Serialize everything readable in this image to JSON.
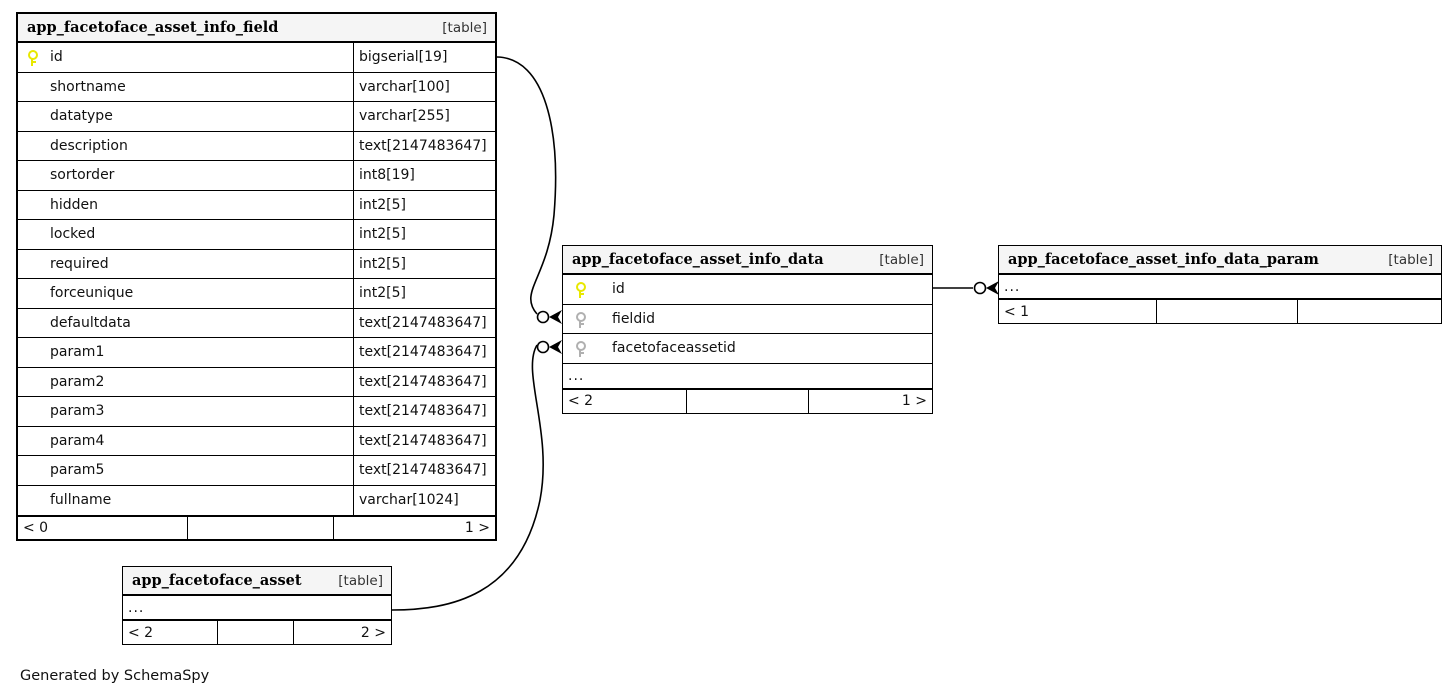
{
  "diagram": {
    "credit": "Generated by SchemaSpy",
    "table_tag": "[table]",
    "ellipsis": "...",
    "pk_icon": "key-icon-primary",
    "fk_icon": "key-icon-foreign"
  },
  "tables": {
    "field": {
      "name": "app_facetoface_asset_info_field",
      "tag": "[table]",
      "columns": [
        {
          "name": "id",
          "type": "bigserial[19]",
          "key": "pk"
        },
        {
          "name": "shortname",
          "type": "varchar[100]",
          "key": ""
        },
        {
          "name": "datatype",
          "type": "varchar[255]",
          "key": ""
        },
        {
          "name": "description",
          "type": "text[2147483647]",
          "key": ""
        },
        {
          "name": "sortorder",
          "type": "int8[19]",
          "key": ""
        },
        {
          "name": "hidden",
          "type": "int2[5]",
          "key": ""
        },
        {
          "name": "locked",
          "type": "int2[5]",
          "key": ""
        },
        {
          "name": "required",
          "type": "int2[5]",
          "key": ""
        },
        {
          "name": "forceunique",
          "type": "int2[5]",
          "key": ""
        },
        {
          "name": "defaultdata",
          "type": "text[2147483647]",
          "key": ""
        },
        {
          "name": "param1",
          "type": "text[2147483647]",
          "key": ""
        },
        {
          "name": "param2",
          "type": "text[2147483647]",
          "key": ""
        },
        {
          "name": "param3",
          "type": "text[2147483647]",
          "key": ""
        },
        {
          "name": "param4",
          "type": "text[2147483647]",
          "key": ""
        },
        {
          "name": "param5",
          "type": "text[2147483647]",
          "key": ""
        },
        {
          "name": "fullname",
          "type": "varchar[1024]",
          "key": ""
        }
      ],
      "footer": {
        "left": "< 0",
        "middle": "",
        "right": "1 >"
      }
    },
    "data": {
      "name": "app_facetoface_asset_info_data",
      "tag": "[table]",
      "columns": [
        {
          "name": "id",
          "type": "",
          "key": "pk"
        },
        {
          "name": "fieldid",
          "type": "",
          "key": "fk"
        },
        {
          "name": "facetofaceassetid",
          "type": "",
          "key": "fk"
        }
      ],
      "more": "...",
      "footer": {
        "left": "< 2",
        "middle": "",
        "right": "1 >"
      }
    },
    "data_param": {
      "name": "app_facetoface_asset_info_data_param",
      "tag": "[table]",
      "more": "...",
      "footer": {
        "left": "< 1",
        "middle": "",
        "right": ""
      }
    },
    "asset": {
      "name": "app_facetoface_asset",
      "tag": "[table]",
      "more": "...",
      "footer": {
        "left": "< 2",
        "middle": "",
        "right": "2 >"
      }
    }
  },
  "relationships": [
    {
      "from": "app_facetoface_asset_info_field.id",
      "to": "app_facetoface_asset_info_data.fieldid",
      "name": "field-to-data"
    },
    {
      "from": "app_facetoface_asset.(...)",
      "to": "app_facetoface_asset_info_data.facetofaceassetid",
      "name": "asset-to-data"
    },
    {
      "from": "app_facetoface_asset_info_data.id",
      "to": "app_facetoface_asset_info_data_param.(...)",
      "name": "data-to-param"
    }
  ],
  "colors": {
    "pk_key": "#e8e800",
    "fk_key": "#b0b0b0",
    "title_bg": "#f5f5f5",
    "border": "#000000",
    "background": "#ffffff"
  }
}
